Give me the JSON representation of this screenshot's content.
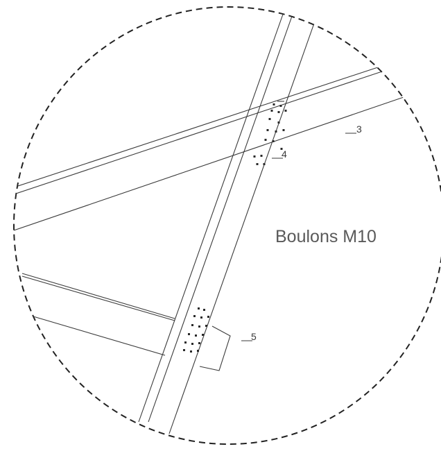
{
  "labels": {
    "note": "Boulons M10",
    "callout_3": "3",
    "callout_4": "4",
    "callout_5": "5"
  },
  "colors": {
    "line": "#3a3a3a",
    "note": "#5a5a5a",
    "background": "#ffffff"
  }
}
